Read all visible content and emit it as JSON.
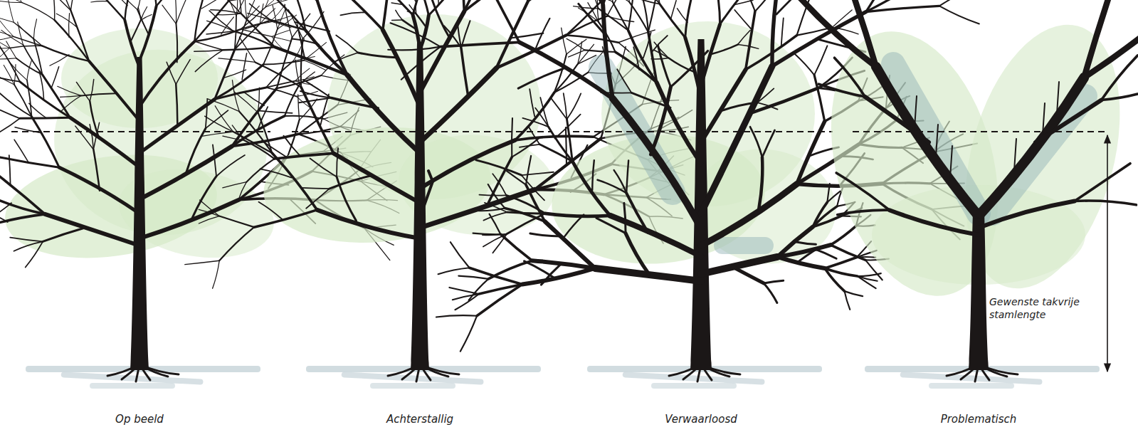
{
  "diagram": {
    "labels": [
      "Op beeld",
      "Achterstallig",
      "Verwaarloosd",
      "Problematisch",
      "Gewenste takvrije stamlengte"
    ]
  }
}
